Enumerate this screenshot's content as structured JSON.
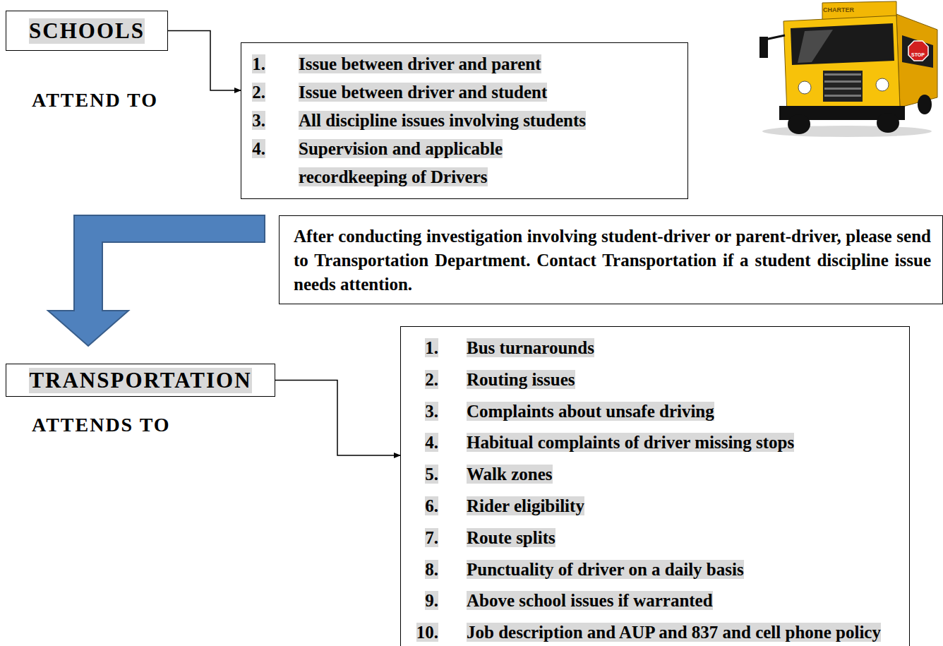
{
  "diagram": {
    "nodes": [
      {
        "text": [
          "SCHOOLS"
        ]
      },
      {
        "text": [
          "1.",
          "Issue between driver and parent",
          "2.",
          "Issue between driver and student",
          "3.",
          "All discipline issues involving students",
          "4.",
          "Supervision and applicable recordkeeping of Drivers"
        ]
      },
      {
        "text": [
          "After conducting investigation involving student-driver or parent-driver, please send to Transportation Department. Contact Transportation if a student discipline issue needs attention."
        ]
      },
      {
        "text": [
          "TRANSPORTATION"
        ]
      },
      {
        "text": [
          "1.",
          "Bus turnarounds",
          "2.",
          "Routing issues",
          "3.",
          "Complaints about unsafe driving",
          "4.",
          "Habitual complaints of driver missing stops",
          "5.",
          "Walk zones",
          "6.",
          "Rider eligibility",
          "7.",
          "Route splits",
          "8.",
          "Punctuality of driver on a daily basis",
          "9.",
          "Above school issues if warranted",
          "10.",
          "Job description and AUP and 837 and cell phone policy"
        ]
      }
    ],
    "edges": [
      {
        "from": 0,
        "to": 1,
        "arrow": "to"
      },
      {
        "from": 2,
        "to": 3,
        "arrow": "to"
      },
      {
        "from": 3,
        "to": 4,
        "arrow": "to"
      }
    ],
    "labels": [
      "ATTEND TO",
      "ATTENDS TO",
      "CHARTER",
      "STOP"
    ]
  }
}
